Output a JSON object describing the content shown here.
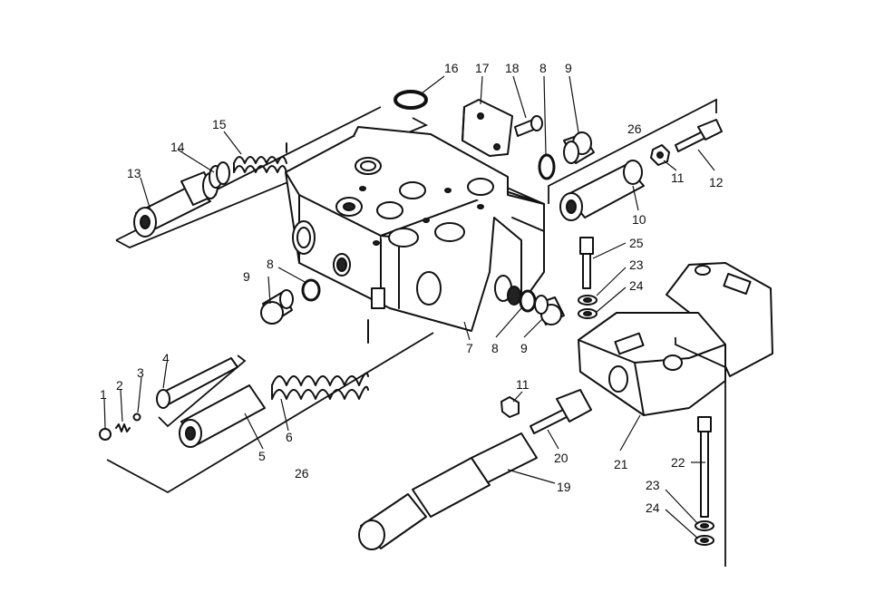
{
  "callouts": {
    "c1": "1",
    "c2": "2",
    "c3": "3",
    "c4": "4",
    "c5": "5",
    "c6": "6",
    "c7": "7",
    "c8a": "8",
    "c8b": "8",
    "c8c": "8",
    "c9a": "9",
    "c9b": "9",
    "c9c": "9",
    "c10": "10",
    "c11a": "11",
    "c11b": "11",
    "c12": "12",
    "c13": "13",
    "c14": "14",
    "c15": "15",
    "c16": "16",
    "c17": "17",
    "c18": "18",
    "c19": "19",
    "c20": "20",
    "c21": "21",
    "c22": "22",
    "c23a": "23",
    "c23b": "23",
    "c24a": "24",
    "c24b": "24",
    "c25": "25",
    "c26a": "26",
    "c26b": "26"
  }
}
